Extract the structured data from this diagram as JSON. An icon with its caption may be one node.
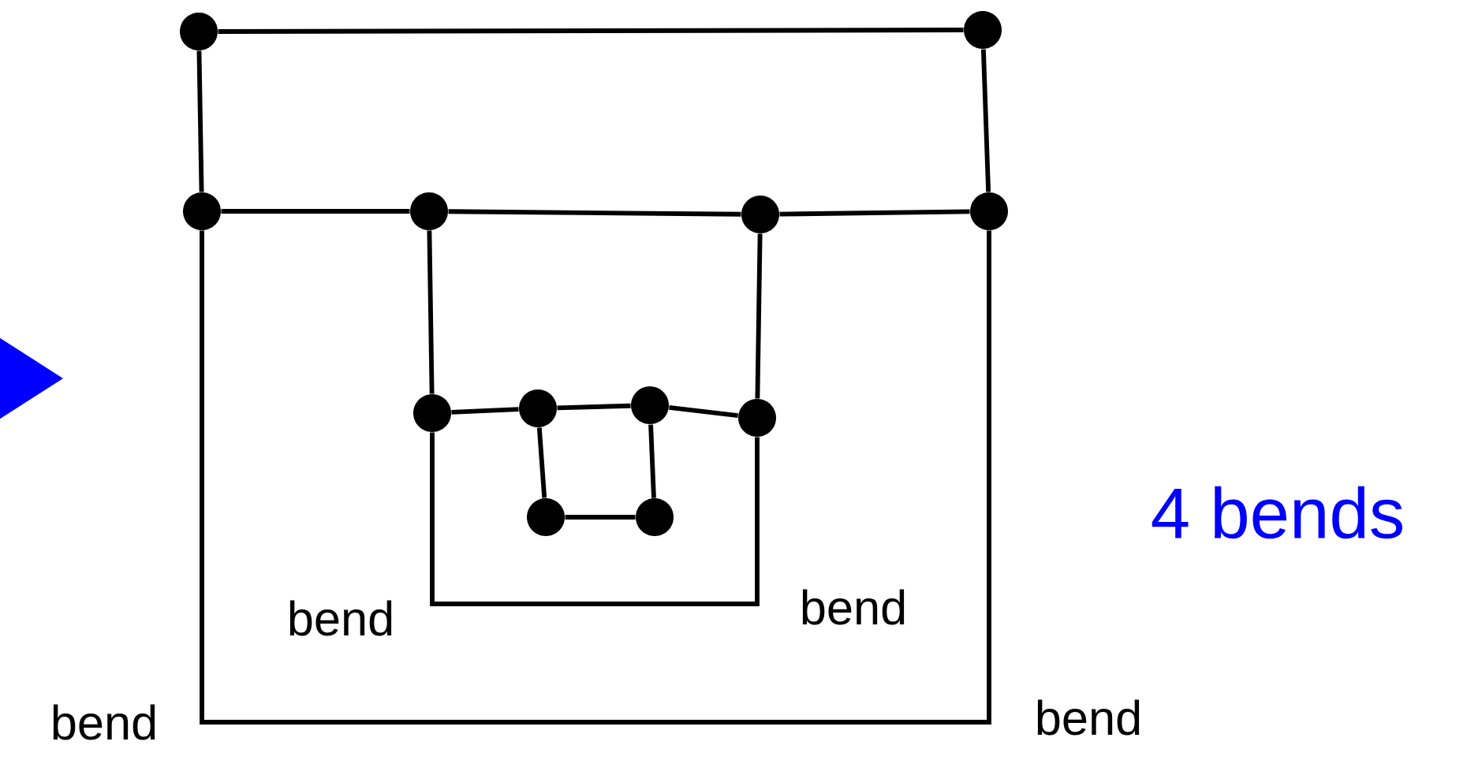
{
  "diagram": {
    "nodes": [
      {
        "text": [],
        "shape": "circle"
      },
      {
        "text": [],
        "shape": "circle"
      },
      {
        "text": [],
        "shape": "circle"
      },
      {
        "text": [],
        "shape": "circle"
      },
      {
        "text": [],
        "shape": "circle"
      },
      {
        "text": [],
        "shape": "circle"
      },
      {
        "text": [],
        "shape": "circle"
      },
      {
        "text": [],
        "shape": "circle"
      },
      {
        "text": [],
        "shape": "circle"
      },
      {
        "text": [],
        "shape": "circle"
      },
      {
        "text": [],
        "shape": "circle"
      },
      {
        "text": [],
        "shape": "circle"
      }
    ],
    "edges": [
      {
        "from": 0,
        "to": 1,
        "arrow": "none"
      },
      {
        "from": 0,
        "to": 2,
        "arrow": "none"
      },
      {
        "from": 1,
        "to": 5,
        "arrow": "none"
      },
      {
        "from": 2,
        "to": 3,
        "arrow": "none"
      },
      {
        "from": 3,
        "to": 4,
        "arrow": "none"
      },
      {
        "from": 4,
        "to": 5,
        "arrow": "none"
      },
      {
        "from": 2,
        "to": 5,
        "arrow": "none"
      },
      {
        "from": 3,
        "to": 6,
        "arrow": "none"
      },
      {
        "from": 4,
        "to": 9,
        "arrow": "none"
      },
      {
        "from": 6,
        "to": 7,
        "arrow": "none"
      },
      {
        "from": 7,
        "to": 8,
        "arrow": "none"
      },
      {
        "from": 8,
        "to": 9,
        "arrow": "none"
      },
      {
        "from": 6,
        "to": 9,
        "arrow": "none"
      },
      {
        "from": 7,
        "to": 10,
        "arrow": "none"
      },
      {
        "from": 8,
        "to": 11,
        "arrow": "none"
      },
      {
        "from": 10,
        "to": 11,
        "arrow": "none"
      }
    ],
    "labels": [
      "4 bends",
      "bend",
      "bend",
      "bend",
      "bend"
    ]
  }
}
